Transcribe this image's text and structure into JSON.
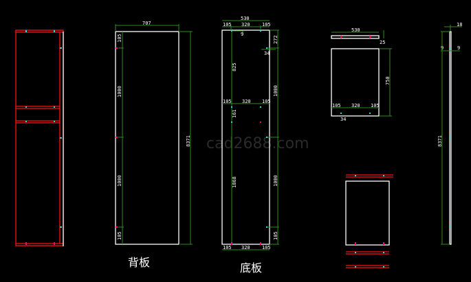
{
  "drawing": {
    "watermark": "cad2688.com",
    "colors": {
      "background": "#000000",
      "panel_outline": "#ffffff",
      "section_red": "#ff1010",
      "dimension_green": "#2e8b1e",
      "marker_cyan": "#22dddd",
      "marker_magenta": "#ff0080"
    },
    "views": {
      "back_panel": {
        "label": "背板",
        "width_dim": "707",
        "height_dim": "8371",
        "left_dims": [
          "105",
          "1000",
          "1000",
          "105"
        ]
      },
      "bottom_panel": {
        "label": "底板",
        "top_total": "530",
        "top_segments": [
          "105",
          "320",
          "105"
        ],
        "mid_segments": [
          "105",
          "320",
          "105"
        ],
        "bottom_segments": [
          "105",
          "320",
          "105"
        ],
        "right_dims": [
          "272",
          "1000",
          "1000",
          "105"
        ],
        "inner_dims": [
          "825",
          "161",
          "1868"
        ],
        "small_dims": [
          "9",
          "34"
        ]
      },
      "shelf_top": {
        "width_dim": "530",
        "thickness_dim": "25"
      },
      "shelf_face": {
        "height_dim": "750",
        "segments": [
          "105",
          "320",
          "105"
        ],
        "offset_dim": "34"
      },
      "side_strip": {
        "width_dim": "18",
        "sub_dims": [
          "9",
          "9"
        ],
        "height_dim": "8371"
      }
    }
  }
}
